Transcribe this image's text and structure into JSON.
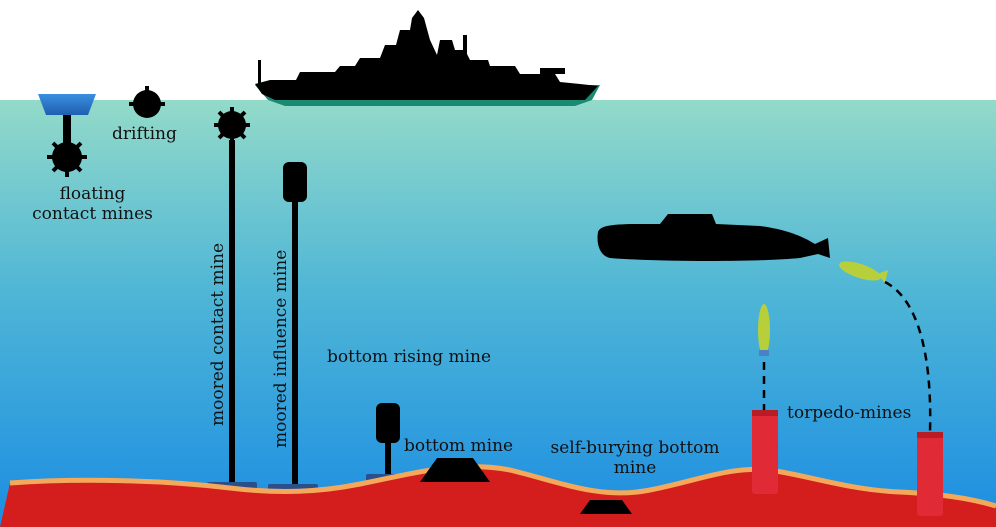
{
  "labels": {
    "floating_contact": "floating contact mines",
    "drifting": "drifting",
    "moored_contact": "moored contact mine",
    "moored_influence": "moored influence mine",
    "bottom_rising": "bottom rising mine",
    "bottom": "bottom mine",
    "self_burying": "self-burying bottom mine",
    "torpedo": "torpedo-mines"
  },
  "colors": {
    "water_top": "#8fd8c8",
    "water_bottom": "#1e8fe0",
    "seabed": "#d41e1e",
    "seabed_edge": "#f5a85a",
    "torpedo": "#b7cf3a",
    "hulls": "#000000",
    "anchors": "#2b4f8a"
  }
}
